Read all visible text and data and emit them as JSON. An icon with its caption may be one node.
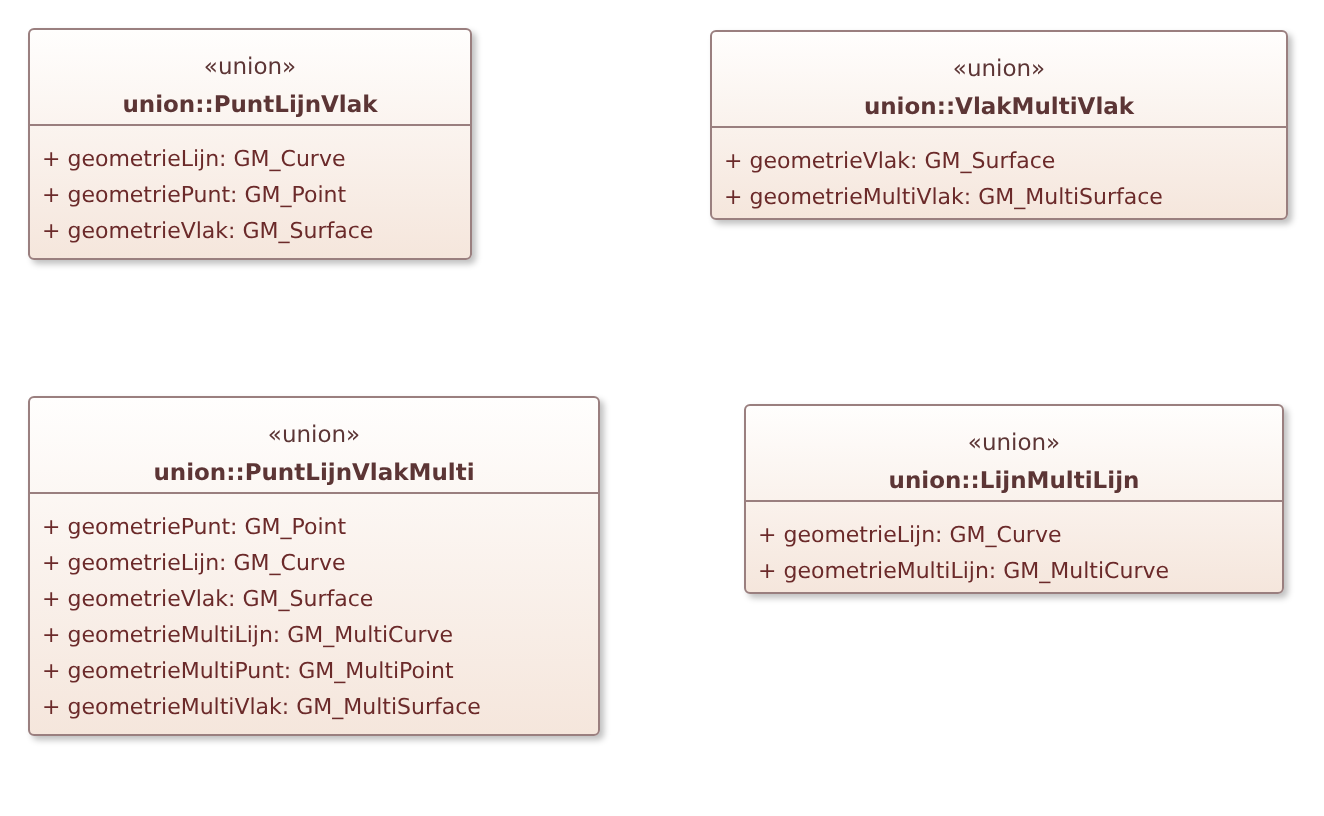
{
  "diagram": {
    "nodes": [
      {
        "text": [
          "«union»",
          "union::PuntLijnVlak",
          "+ geometrieLijn: GM_Curve",
          "+ geometriePunt: GM_Point",
          "+ geometrieVlak: GM_Surface"
        ]
      },
      {
        "text": [
          "«union»",
          "union::VlakMultiVlak",
          "+ geometrieVlak: GM_Surface",
          "+ geometrieMultiVlak: GM_MultiSurface"
        ]
      },
      {
        "text": [
          "«union»",
          "union::PuntLijnVlakMulti",
          "+ geometriePunt: GM_Point",
          "+ geometrieLijn: GM_Curve",
          "+ geometrieVlak: GM_Surface",
          "+ geometrieMultiLijn: GM_MultiCurve",
          "+ geometrieMultiPunt: GM_MultiPoint",
          "+ geometrieMultiVlak: GM_MultiSurface"
        ]
      },
      {
        "text": [
          "«union»",
          "union::LijnMultiLijn",
          "+ geometrieLijn: GM_Curve",
          "+ geometrieMultiLijn: GM_MultiCurve"
        ]
      }
    ]
  }
}
